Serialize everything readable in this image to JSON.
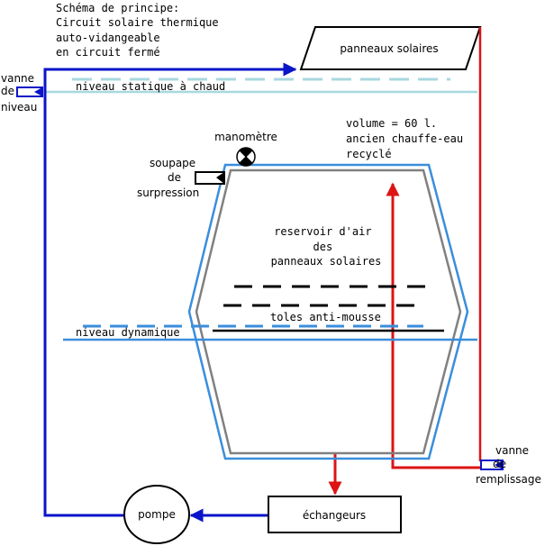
{
  "title_lines": [
    "Schéma de principe:",
    "Circuit solaire thermique",
    "auto-vidangeable",
    "en circuit fermé"
  ],
  "panels_label": "panneaux solaires",
  "static_level_label": "niveau statique à chaud",
  "level_valve_lines": [
    "vanne",
    "de",
    "niveau"
  ],
  "volume_lines": [
    "volume = 60 l.",
    "ancien chauffe-eau",
    "recyclé"
  ],
  "manometer_label": "manomètre",
  "relief_valve_lines": [
    "soupape",
    "de",
    "surpression"
  ],
  "air_reservoir_lines": [
    "reservoir d'air",
    "des",
    "panneaux solaires"
  ],
  "baffles_label": "toles anti-mousse",
  "dynamic_level_label": "niveau dynamique",
  "fill_valve_lines": [
    "vanne",
    "de",
    "remplissage"
  ],
  "pump_label": "pompe",
  "exchangers_label": "échangeurs",
  "colors": {
    "cold_pipe": "#0a14c8",
    "hot_pipe": "#dc1414",
    "tank_outer": "#3a8edc",
    "tank_inner": "#808080",
    "static_level": "#a8d8e0",
    "dynamic_level": "#3a8edc"
  }
}
